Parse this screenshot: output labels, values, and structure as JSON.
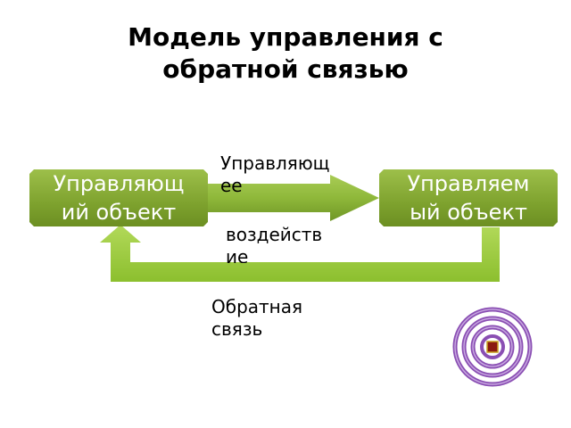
{
  "title": {
    "line1": "Модель управления с",
    "line2": "обратной связью"
  },
  "nodes": {
    "controller": {
      "line1": "Управляющ",
      "line2": "ий объект"
    },
    "controlled": {
      "line1": "Управляем",
      "line2": "ый объект"
    }
  },
  "edges": {
    "control_action": {
      "line1": "Управляющ",
      "line2": "ее",
      "line3": "воздейств",
      "line4": "ие"
    },
    "feedback": {
      "line1": "Обратная",
      "line2": "связь"
    }
  },
  "colors": {
    "box_green": "#7ea22e",
    "arrow_green": "#8fb83a",
    "feedback_green": "#9ccc3c",
    "target_purple": "#8a4fb3",
    "target_center": "#8b1a10"
  },
  "icons": {
    "target": "concentric-target-icon"
  }
}
